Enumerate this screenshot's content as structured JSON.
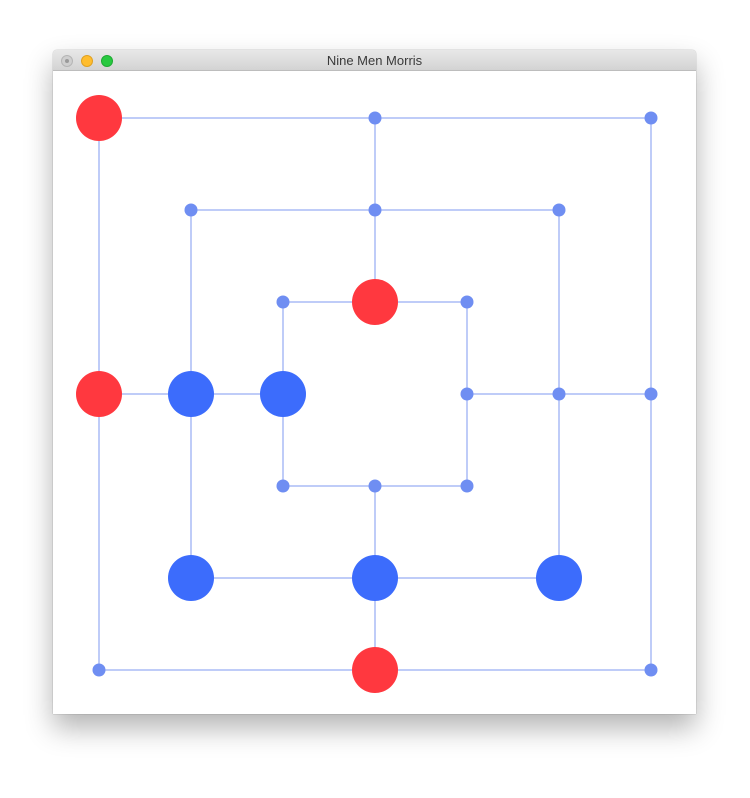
{
  "window": {
    "title": "Nine Men Morris"
  },
  "icons": {
    "close": "close-button-icon",
    "minimize": "minimize-button-icon",
    "maximize": "maximize-button-icon"
  },
  "colors": {
    "line": "#7f9af0",
    "empty_point": "#6f8ef2",
    "red_piece": "#ff383f",
    "blue_piece": "#3c6cfc"
  },
  "board": {
    "grid_size": 7,
    "lines": [
      [
        [
          0,
          0
        ],
        [
          6,
          0
        ]
      ],
      [
        [
          6,
          0
        ],
        [
          6,
          6
        ]
      ],
      [
        [
          6,
          6
        ],
        [
          0,
          6
        ]
      ],
      [
        [
          0,
          6
        ],
        [
          0,
          0
        ]
      ],
      [
        [
          1,
          1
        ],
        [
          5,
          1
        ]
      ],
      [
        [
          5,
          1
        ],
        [
          5,
          5
        ]
      ],
      [
        [
          5,
          5
        ],
        [
          1,
          5
        ]
      ],
      [
        [
          1,
          5
        ],
        [
          1,
          1
        ]
      ],
      [
        [
          2,
          2
        ],
        [
          4,
          2
        ]
      ],
      [
        [
          4,
          2
        ],
        [
          4,
          4
        ]
      ],
      [
        [
          4,
          4
        ],
        [
          2,
          4
        ]
      ],
      [
        [
          2,
          4
        ],
        [
          2,
          2
        ]
      ],
      [
        [
          3,
          0
        ],
        [
          3,
          2
        ]
      ],
      [
        [
          3,
          4
        ],
        [
          3,
          6
        ]
      ],
      [
        [
          0,
          3
        ],
        [
          2,
          3
        ]
      ],
      [
        [
          4,
          3
        ],
        [
          6,
          3
        ]
      ]
    ],
    "points": [
      {
        "col": 0,
        "row": 0,
        "state": "red"
      },
      {
        "col": 3,
        "row": 0,
        "state": "empty"
      },
      {
        "col": 6,
        "row": 0,
        "state": "empty"
      },
      {
        "col": 1,
        "row": 1,
        "state": "empty"
      },
      {
        "col": 3,
        "row": 1,
        "state": "empty"
      },
      {
        "col": 5,
        "row": 1,
        "state": "empty"
      },
      {
        "col": 2,
        "row": 2,
        "state": "empty"
      },
      {
        "col": 3,
        "row": 2,
        "state": "red"
      },
      {
        "col": 4,
        "row": 2,
        "state": "empty"
      },
      {
        "col": 0,
        "row": 3,
        "state": "red"
      },
      {
        "col": 1,
        "row": 3,
        "state": "blue"
      },
      {
        "col": 2,
        "row": 3,
        "state": "blue"
      },
      {
        "col": 4,
        "row": 3,
        "state": "empty"
      },
      {
        "col": 5,
        "row": 3,
        "state": "empty"
      },
      {
        "col": 6,
        "row": 3,
        "state": "empty"
      },
      {
        "col": 2,
        "row": 4,
        "state": "empty"
      },
      {
        "col": 3,
        "row": 4,
        "state": "empty"
      },
      {
        "col": 4,
        "row": 4,
        "state": "empty"
      },
      {
        "col": 1,
        "row": 5,
        "state": "blue"
      },
      {
        "col": 3,
        "row": 5,
        "state": "blue"
      },
      {
        "col": 5,
        "row": 5,
        "state": "blue"
      },
      {
        "col": 0,
        "row": 6,
        "state": "empty"
      },
      {
        "col": 3,
        "row": 6,
        "state": "red"
      },
      {
        "col": 6,
        "row": 6,
        "state": "empty"
      }
    ]
  }
}
